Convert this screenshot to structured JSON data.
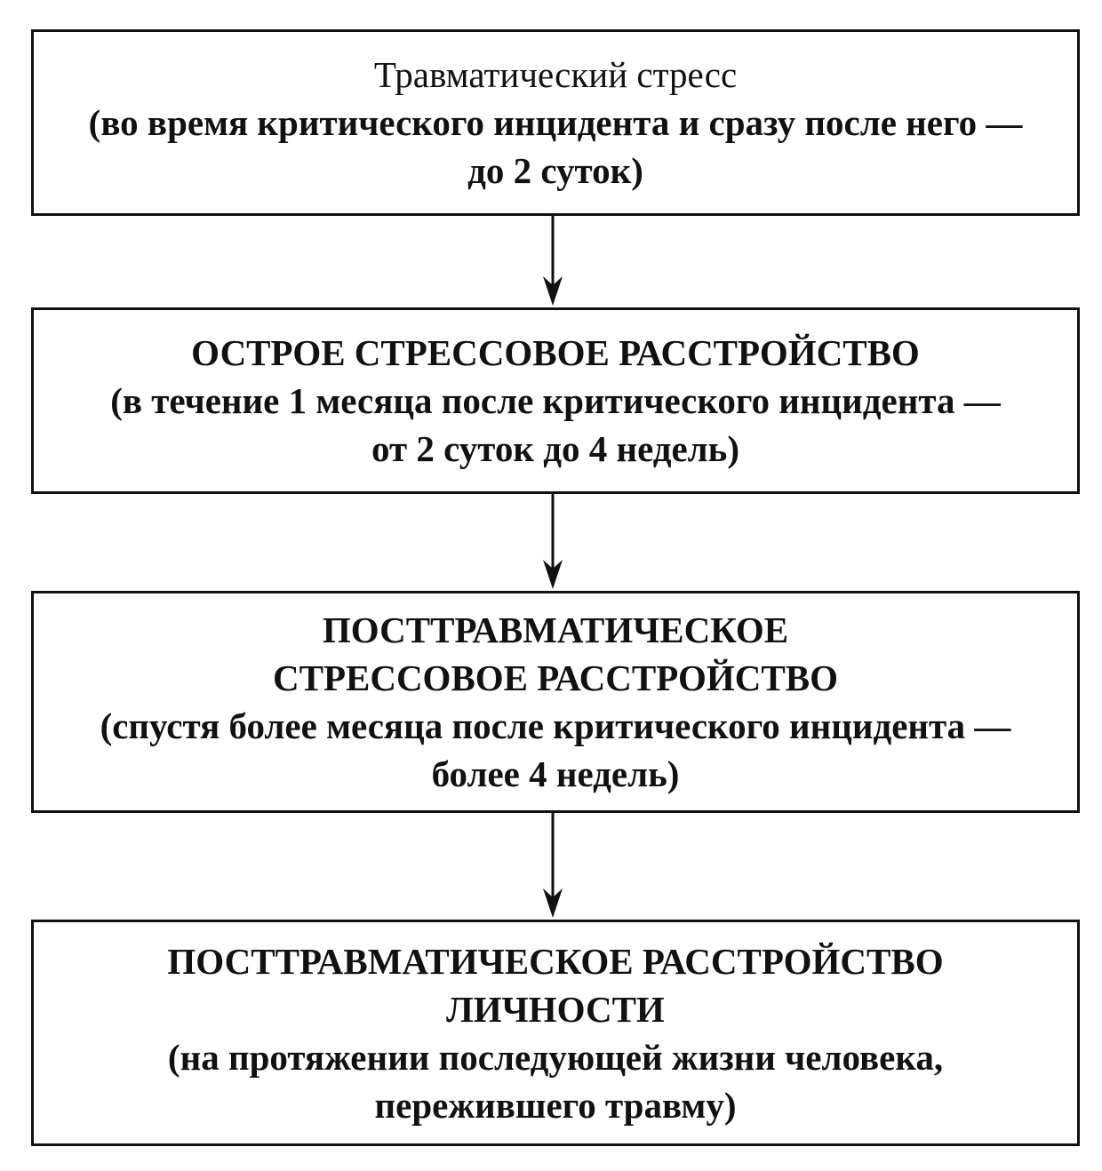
{
  "boxes": [
    {
      "title_lines": [
        "Травматический стресс"
      ],
      "title_bold": false,
      "desc_lines": [
        "(во время критического инцидента и сразу после него —",
        "до 2 суток)"
      ]
    },
    {
      "title_lines": [
        "ОСТРОЕ СТРЕССОВОЕ РАССТРОЙСТВО"
      ],
      "title_bold": true,
      "desc_lines": [
        "(в течение 1 месяца после критического инцидента —",
        "от 2 суток до 4 недель)"
      ]
    },
    {
      "title_lines": [
        "ПОСТТРАВМАТИЧЕСКОЕ",
        "СТРЕССОВОЕ РАССТРОЙСТВО"
      ],
      "title_bold": true,
      "desc_lines": [
        "(спустя более месяца после критического инцидента —",
        "более 4 недель)"
      ]
    },
    {
      "title_lines": [
        "ПОСТТРАВМАТИЧЕСКОЕ РАССТРОЙСТВО",
        "ЛИЧНОСТИ"
      ],
      "title_bold": true,
      "desc_lines": [
        "(на протяжении последующей жизни человека,",
        "пережившего травму)"
      ]
    }
  ],
  "colors": {
    "stroke": "#111111",
    "background": "#ffffff"
  }
}
